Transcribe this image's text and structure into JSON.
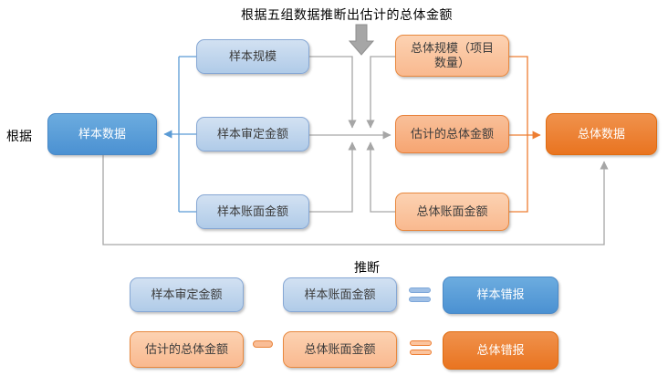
{
  "title": "根据五组数据推断出估计的总体金额",
  "labels": {
    "basis": "根据",
    "inference": "推断"
  },
  "flow": {
    "sample_data": "样本数据",
    "sample_items": [
      "样本规模",
      "样本审定金额",
      "样本账面金额"
    ],
    "population_items": [
      "总体规模（项目\n数量）",
      "估计的总体金额",
      "总体账面金额"
    ],
    "population_data": "总体数据"
  },
  "equations": [
    {
      "minuend": "样本审定金额",
      "operator": "",
      "subtrahend": "样本账面金额",
      "equals": "=",
      "result": "样本错报"
    },
    {
      "minuend": "估计的总体金额",
      "operator": "−",
      "subtrahend": "总体账面金额",
      "equals": "=",
      "result": "总体错报"
    }
  ],
  "colors": {
    "blue_solid": "#4f93d3",
    "blue_light_fill": "#bdd3ec",
    "blue_border": "#86a7d4",
    "orange_solid": "#ed7d31",
    "orange_light_fill": "#fac09a",
    "orange_border": "#e8833a",
    "connector_gray": "#a6a6a6"
  }
}
